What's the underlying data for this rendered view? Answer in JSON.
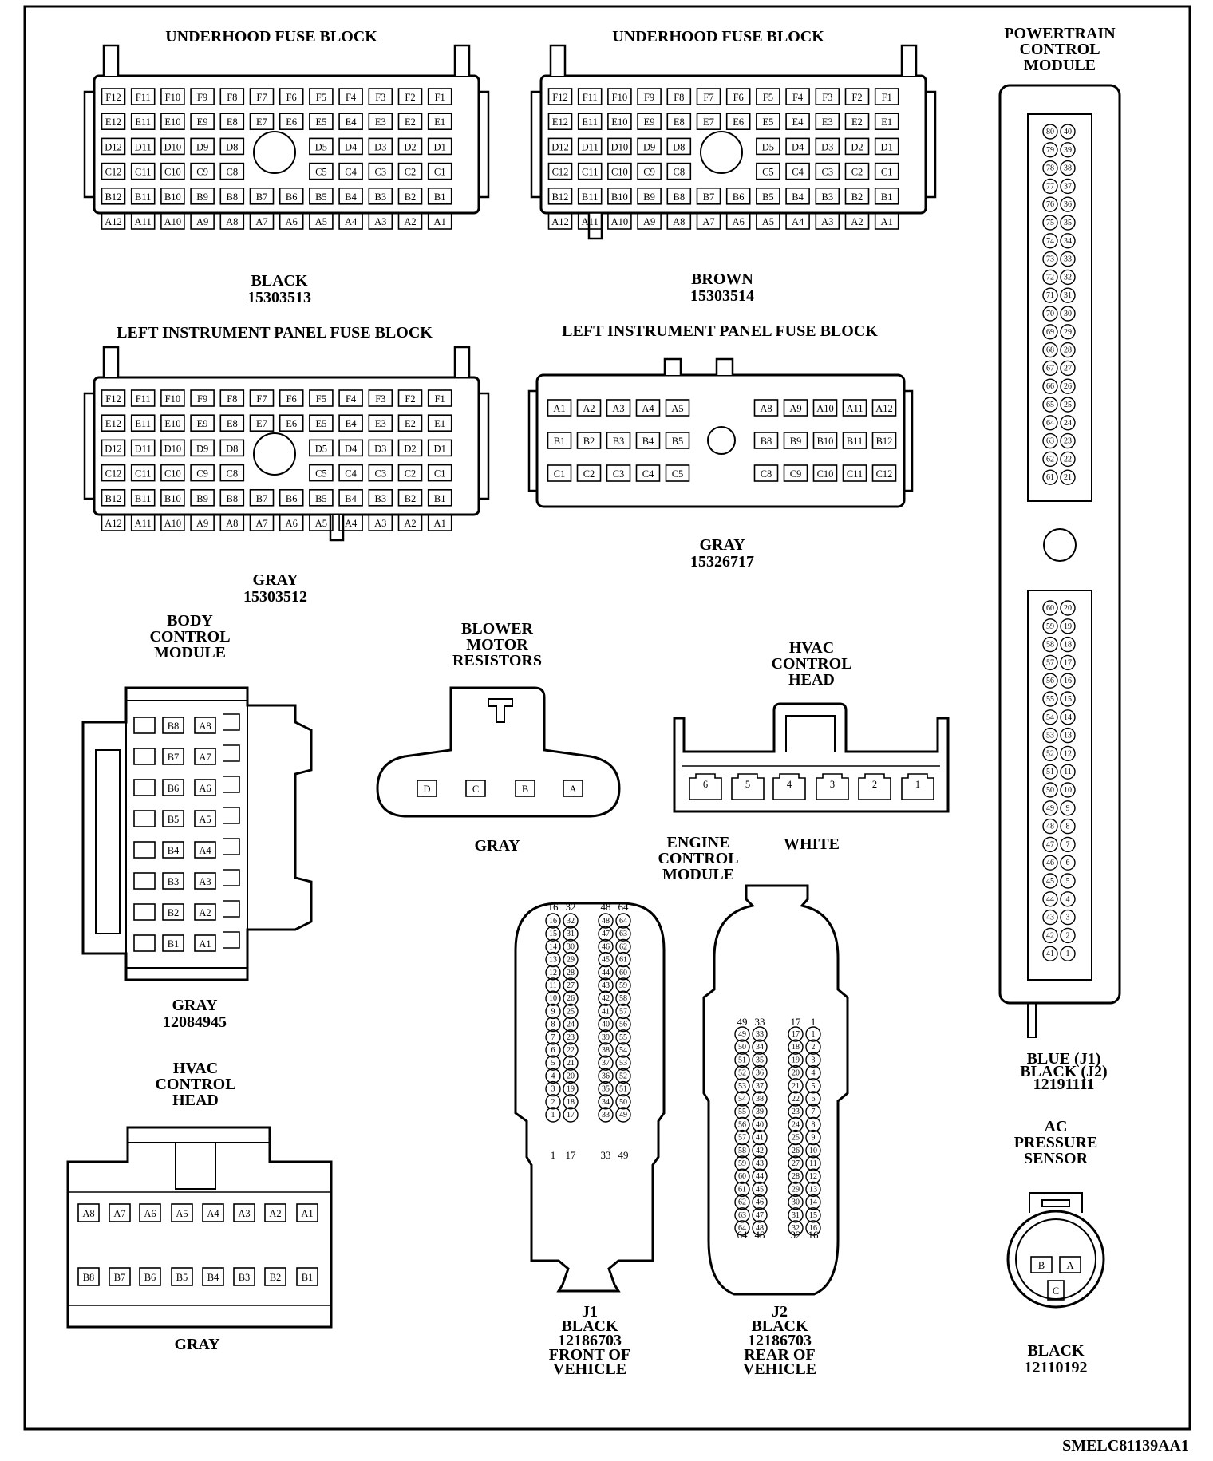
{
  "figure_id": "SMELC81139AA1",
  "connectors": {
    "uh_black": {
      "title": "UNDERHOOD FUSE BLOCK",
      "color": "BLACK",
      "part": "15303513"
    },
    "uh_brown": {
      "title": "UNDERHOOD FUSE BLOCK",
      "color": "BROWN",
      "part": "15303514"
    },
    "lip_gray1": {
      "title": "LEFT INSTRUMENT PANEL FUSE BLOCK",
      "color": "GRAY",
      "part": "15303512"
    },
    "lip_gray2": {
      "title": "LEFT INSTRUMENT PANEL FUSE BLOCK",
      "color": "GRAY",
      "part": "15326717"
    },
    "pcm": {
      "title": [
        "POWERTRAIN",
        "CONTROL",
        "MODULE"
      ],
      "lines": [
        "BLUE (J1)",
        "BLACK (J2)",
        "12191111"
      ]
    },
    "bcm": {
      "title": [
        "BODY",
        "CONTROL",
        "MODULE"
      ],
      "color": "GRAY",
      "part": "12084945"
    },
    "blower": {
      "title": [
        "BLOWER",
        "MOTOR",
        "RESISTORS"
      ],
      "color": "GRAY",
      "cavities": [
        "D",
        "C",
        "B",
        "A"
      ]
    },
    "hvac_white": {
      "title": [
        "HVAC",
        "CONTROL",
        "HEAD"
      ],
      "color": "WHITE",
      "cavities": [
        "6",
        "5",
        "4",
        "3",
        "2",
        "1"
      ]
    },
    "ecm": {
      "title": [
        "ENGINE",
        "CONTROL",
        "MODULE"
      ],
      "j1": [
        "J1",
        "BLACK",
        "12186703",
        "FRONT OF",
        "VEHICLE"
      ],
      "j2": [
        "J2",
        "BLACK",
        "12186703",
        "REAR OF",
        "VEHICLE"
      ]
    },
    "hvac_gray": {
      "title": [
        "HVAC",
        "CONTROL",
        "HEAD"
      ],
      "color": "GRAY",
      "row_a": [
        "A8",
        "A7",
        "A6",
        "A5",
        "A4",
        "A3",
        "A2",
        "A1"
      ],
      "row_b": [
        "B8",
        "B7",
        "B6",
        "B5",
        "B4",
        "B3",
        "B2",
        "B1"
      ]
    },
    "ac_sensor": {
      "title": [
        "AC",
        "PRESSURE",
        "SENSOR"
      ],
      "color": "BLACK",
      "part": "12110192",
      "cavities": [
        "B",
        "A",
        "C"
      ]
    }
  },
  "fuse_block_rows": [
    "F",
    "E",
    "D",
    "C",
    "B",
    "A"
  ],
  "fuse_block_cols": [
    "12",
    "11",
    "10",
    "9",
    "8",
    "7",
    "6",
    "5",
    "4",
    "3",
    "2",
    "1"
  ],
  "lip2_rows": {
    "left": [
      [
        "A1",
        "A2",
        "A3",
        "A4",
        "A5"
      ],
      [
        "B1",
        "B2",
        "B3",
        "B4",
        "B5"
      ],
      [
        "C1",
        "C2",
        "C3",
        "C4",
        "C5"
      ]
    ],
    "right": [
      [
        "A8",
        "A9",
        "A10",
        "A11",
        "A12"
      ],
      [
        "B8",
        "B9",
        "B10",
        "B11",
        "B12"
      ],
      [
        "C8",
        "C9",
        "C10",
        "C11",
        "C12"
      ]
    ]
  },
  "bcm_rows": [
    [
      "B8",
      "A8"
    ],
    [
      "B7",
      "A7"
    ],
    [
      "B6",
      "A6"
    ],
    [
      "B5",
      "A5"
    ],
    [
      "B4",
      "A4"
    ],
    [
      "B3",
      "A3"
    ],
    [
      "B2",
      "A2"
    ],
    [
      "B1",
      "A1"
    ]
  ],
  "pcm_upper": {
    "left": [
      80,
      79,
      78,
      77,
      76,
      75,
      74,
      73,
      72,
      71,
      70,
      69,
      68,
      67,
      66,
      65,
      64,
      63,
      62,
      61
    ],
    "right": [
      40,
      39,
      38,
      37,
      36,
      35,
      34,
      33,
      32,
      31,
      30,
      29,
      28,
      27,
      26,
      25,
      24,
      23,
      22,
      21
    ]
  },
  "pcm_lower": {
    "left": [
      60,
      59,
      58,
      57,
      56,
      55,
      54,
      53,
      52,
      51,
      50,
      49,
      48,
      47,
      46,
      45,
      44,
      43,
      42,
      41
    ],
    "right": [
      20,
      19,
      18,
      17,
      16,
      15,
      14,
      13,
      12,
      11,
      10,
      9,
      8,
      7,
      6,
      5,
      4,
      3,
      2,
      1
    ]
  },
  "ecm_j1": {
    "top": [
      "16",
      "32",
      "48",
      "64"
    ],
    "bottom": [
      "1",
      "17",
      "33",
      "49"
    ],
    "c1": [
      16,
      15,
      14,
      13,
      12,
      11,
      10,
      9,
      8,
      7,
      6,
      5,
      4,
      3,
      2,
      1
    ],
    "c2": [
      32,
      31,
      30,
      29,
      28,
      27,
      26,
      25,
      24,
      23,
      22,
      21,
      20,
      19,
      18,
      17
    ],
    "c3": [
      48,
      47,
      46,
      45,
      44,
      43,
      42,
      41,
      40,
      39,
      38,
      37,
      36,
      35,
      34,
      33
    ],
    "c4": [
      64,
      63,
      62,
      61,
      60,
      59,
      58,
      57,
      56,
      55,
      54,
      53,
      52,
      51,
      50,
      49
    ]
  },
  "ecm_j2": {
    "top": [
      "49",
      "33",
      "17",
      "1"
    ],
    "bottom": [
      "64",
      "48",
      "32",
      "16"
    ],
    "c1": [
      49,
      50,
      51,
      52,
      53,
      54,
      55,
      56,
      57,
      58,
      59,
      60,
      61,
      62,
      63,
      64
    ],
    "c2": [
      33,
      34,
      35,
      36,
      37,
      38,
      39,
      40,
      41,
      42,
      43,
      44,
      45,
      46,
      47,
      48
    ],
    "c3": [
      17,
      18,
      19,
      20,
      21,
      22,
      23,
      24,
      25,
      26,
      27,
      28,
      29,
      30,
      31,
      32
    ],
    "c4": [
      1,
      2,
      3,
      4,
      5,
      6,
      7,
      8,
      9,
      10,
      11,
      12,
      13,
      14,
      15,
      16
    ]
  }
}
